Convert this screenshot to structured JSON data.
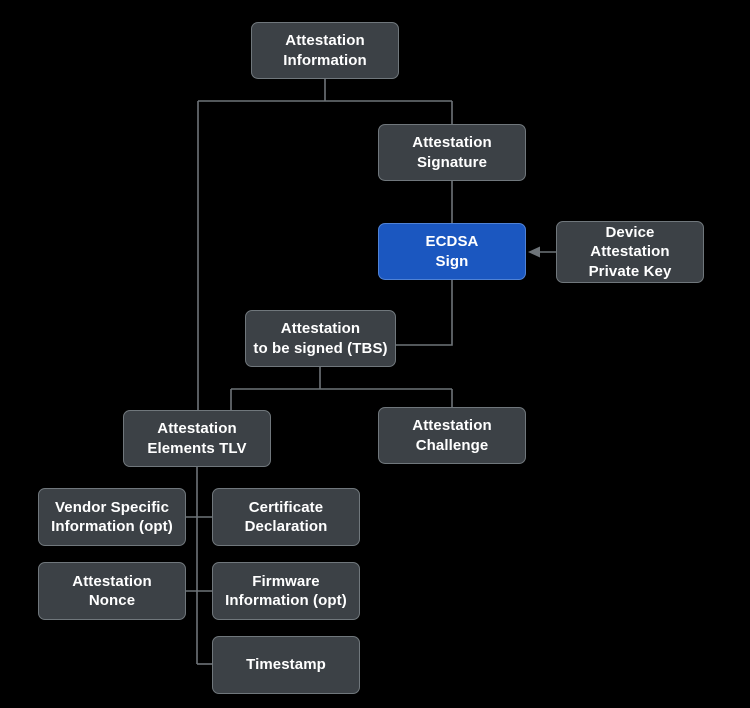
{
  "diagram": {
    "title": "Attestation Information",
    "type": "flow-tree",
    "background_color": "#000000",
    "node_color": "#3c4146",
    "node_border_color": "#70777c",
    "accent_color": "#1b57c0",
    "accent_border_color": "#4f82d6",
    "edge_color": "#6e7479",
    "text_color": "#ffffff"
  },
  "nodes": {
    "attestation_information": {
      "label": "Attestation\nInformation",
      "name": "attestation-information"
    },
    "attestation_signature": {
      "label": "Attestation\nSignature",
      "name": "attestation-signature"
    },
    "ecdsa_sign": {
      "label": "ECDSA\nSign",
      "name": "ecdsa-sign"
    },
    "device_attestation_private_key": {
      "label": "Device\nAttestation\nPrivate Key",
      "name": "device-attestation-private-key"
    },
    "attestation_tbs": {
      "label": "Attestation\nto be signed (TBS)",
      "name": "attestation-to-be-signed"
    },
    "attestation_elements_tlv": {
      "label": "Attestation\nElements TLV",
      "name": "attestation-elements-tlv"
    },
    "attestation_challenge": {
      "label": "Attestation\nChallenge",
      "name": "attestation-challenge"
    },
    "vendor_specific_information": {
      "label": "Vendor Specific\nInformation (opt)",
      "name": "vendor-specific-information"
    },
    "certificate_declaration": {
      "label": "Certificate\nDeclaration",
      "name": "certificate-declaration"
    },
    "attestation_nonce": {
      "label": "Attestation\nNonce",
      "name": "attestation-nonce"
    },
    "firmware_information": {
      "label": "Firmware\nInformation (opt)",
      "name": "firmware-information"
    },
    "timestamp": {
      "label": "Timestamp",
      "name": "timestamp"
    }
  },
  "edges": [
    {
      "from": "attestation_information",
      "to": "attestation_signature",
      "arrow": false
    },
    {
      "from": "attestation_information",
      "to": "attestation_elements_tlv",
      "arrow": false
    },
    {
      "from": "attestation_signature",
      "to": "ecdsa_sign",
      "arrow": false
    },
    {
      "from": "device_attestation_private_key",
      "to": "ecdsa_sign",
      "arrow": true
    },
    {
      "from": "ecdsa_sign",
      "to": "attestation_tbs",
      "arrow": false
    },
    {
      "from": "attestation_tbs",
      "to": "attestation_elements_tlv",
      "arrow": false
    },
    {
      "from": "attestation_tbs",
      "to": "attestation_challenge",
      "arrow": false
    },
    {
      "from": "attestation_elements_tlv",
      "to": "vendor_specific_information",
      "arrow": false
    },
    {
      "from": "attestation_elements_tlv",
      "to": "certificate_declaration",
      "arrow": false
    },
    {
      "from": "attestation_elements_tlv",
      "to": "attestation_nonce",
      "arrow": false
    },
    {
      "from": "attestation_elements_tlv",
      "to": "firmware_information",
      "arrow": false
    },
    {
      "from": "attestation_elements_tlv",
      "to": "timestamp",
      "arrow": false
    }
  ]
}
